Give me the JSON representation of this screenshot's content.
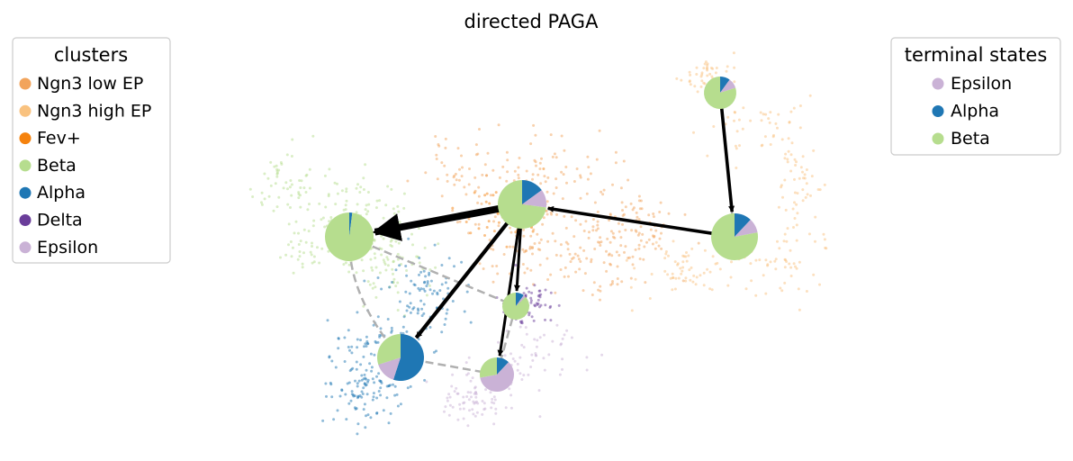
{
  "title": "directed PAGA",
  "legend_clusters": {
    "title": "clusters",
    "items": [
      {
        "label": "Ngn3 low EP",
        "color": "#f2a45c"
      },
      {
        "label": "Ngn3 high EP",
        "color": "#f9c27f"
      },
      {
        "label": "Fev+",
        "color": "#f5820d"
      },
      {
        "label": "Beta",
        "color": "#b6dd8e"
      },
      {
        "label": "Alpha",
        "color": "#1f77b4"
      },
      {
        "label": "Delta",
        "color": "#6a3d9a"
      },
      {
        "label": "Epsilon",
        "color": "#cab2d6"
      }
    ]
  },
  "legend_terminal": {
    "title": "terminal states",
    "items": [
      {
        "label": "Epsilon",
        "color": "#cab2d6"
      },
      {
        "label": "Alpha",
        "color": "#1f77b4"
      },
      {
        "label": "Beta",
        "color": "#b6dd8e"
      }
    ]
  },
  "terminal_colors": {
    "Epsilon": "#cab2d6",
    "Alpha": "#1f77b4",
    "Beta": "#b6dd8e"
  },
  "nodes": [
    {
      "id": "Ngn3 low EP",
      "fractions": {
        "Beta": 0.8,
        "Epsilon": 0.1,
        "Alpha": 0.1
      }
    },
    {
      "id": "Ngn3 high EP",
      "fractions": {
        "Beta": 0.78,
        "Epsilon": 0.1,
        "Alpha": 0.12
      }
    },
    {
      "id": "Fev+",
      "fractions": {
        "Beta": 0.73,
        "Epsilon": 0.12,
        "Alpha": 0.15
      }
    },
    {
      "id": "Beta",
      "fractions": {
        "Beta": 0.98,
        "Alpha": 0.02
      }
    },
    {
      "id": "Delta",
      "fractions": {
        "Beta": 0.87,
        "Epsilon": 0.03,
        "Alpha": 0.1
      }
    },
    {
      "id": "Alpha",
      "fractions": {
        "Alpha": 0.55,
        "Epsilon": 0.15,
        "Beta": 0.3
      }
    },
    {
      "id": "Epsilon",
      "fractions": {
        "Epsilon": 0.6,
        "Beta": 0.28,
        "Alpha": 0.12
      }
    }
  ],
  "directed_edges": [
    {
      "from": "Ngn3 low EP",
      "to": "Ngn3 high EP",
      "weight": 0.3
    },
    {
      "from": "Ngn3 high EP",
      "to": "Fev+",
      "weight": 0.3
    },
    {
      "from": "Fev+",
      "to": "Beta",
      "weight": 1.0
    },
    {
      "from": "Fev+",
      "to": "Alpha",
      "weight": 0.4
    },
    {
      "from": "Fev+",
      "to": "Delta",
      "weight": 0.2
    },
    {
      "from": "Fev+",
      "to": "Epsilon",
      "weight": 0.2
    }
  ],
  "undirected_edges": [
    {
      "from": "Beta",
      "to": "Alpha"
    },
    {
      "from": "Beta",
      "to": "Delta"
    },
    {
      "from": "Alpha",
      "to": "Epsilon"
    },
    {
      "from": "Delta",
      "to": "Epsilon"
    },
    {
      "from": "Ngn3 low EP",
      "to": "Ngn3 high EP"
    }
  ]
}
